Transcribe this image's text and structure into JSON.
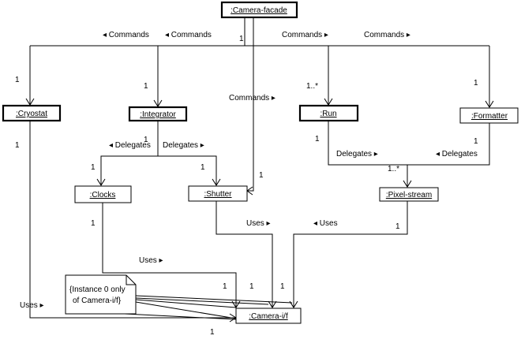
{
  "objects": {
    "camera_facade": ":Camera-facade",
    "cryostat": ":Cryostat",
    "integrator": ":Integrator",
    "run": ":Run",
    "formatter": ":Formatter",
    "clocks": ":Clocks",
    "shutter": ":Shutter",
    "pixel_stream": ":Pixel-stream",
    "camera_if": ":Camera-i/f"
  },
  "note": {
    "line1": "{Instance 0 only",
    "line2": "of Camera-i/f}"
  },
  "messages": {
    "commands_cryostat": "◂ Commands",
    "commands_integrator": "◂ Commands",
    "commands_run": "Commands ▸",
    "commands_formatter": "Commands ▸",
    "commands_shutter": "Commands ▸",
    "delegates_clocks": "◂ Delegates",
    "delegates_shutter": "Delegates ▸",
    "delegates_run": "Delegates ▸",
    "delegates_formatter": "◂ Delegates",
    "uses_shutter": "Uses ▸",
    "uses_pixel": "◂ Uses",
    "uses_clocks": "Uses ▸",
    "uses_cryostat": "Uses ▸"
  },
  "multiplicities": {
    "facade_top": "1",
    "cryostat": "1",
    "integrator": "1",
    "run": "1..*",
    "formatter": "1",
    "shutter_cmd": "1",
    "cryostat_bottom": "1",
    "integrator_bottom": "1",
    "run_bottom": "1",
    "formatter_bottom": "1",
    "clocks_top": "1",
    "shutter_top": "1",
    "pixel_top": "1..*",
    "clocks_bottom": "1",
    "pixel_bottom": "1",
    "note_1": "1",
    "if_left": "1",
    "if_right": "1",
    "if_bottom": "1"
  }
}
